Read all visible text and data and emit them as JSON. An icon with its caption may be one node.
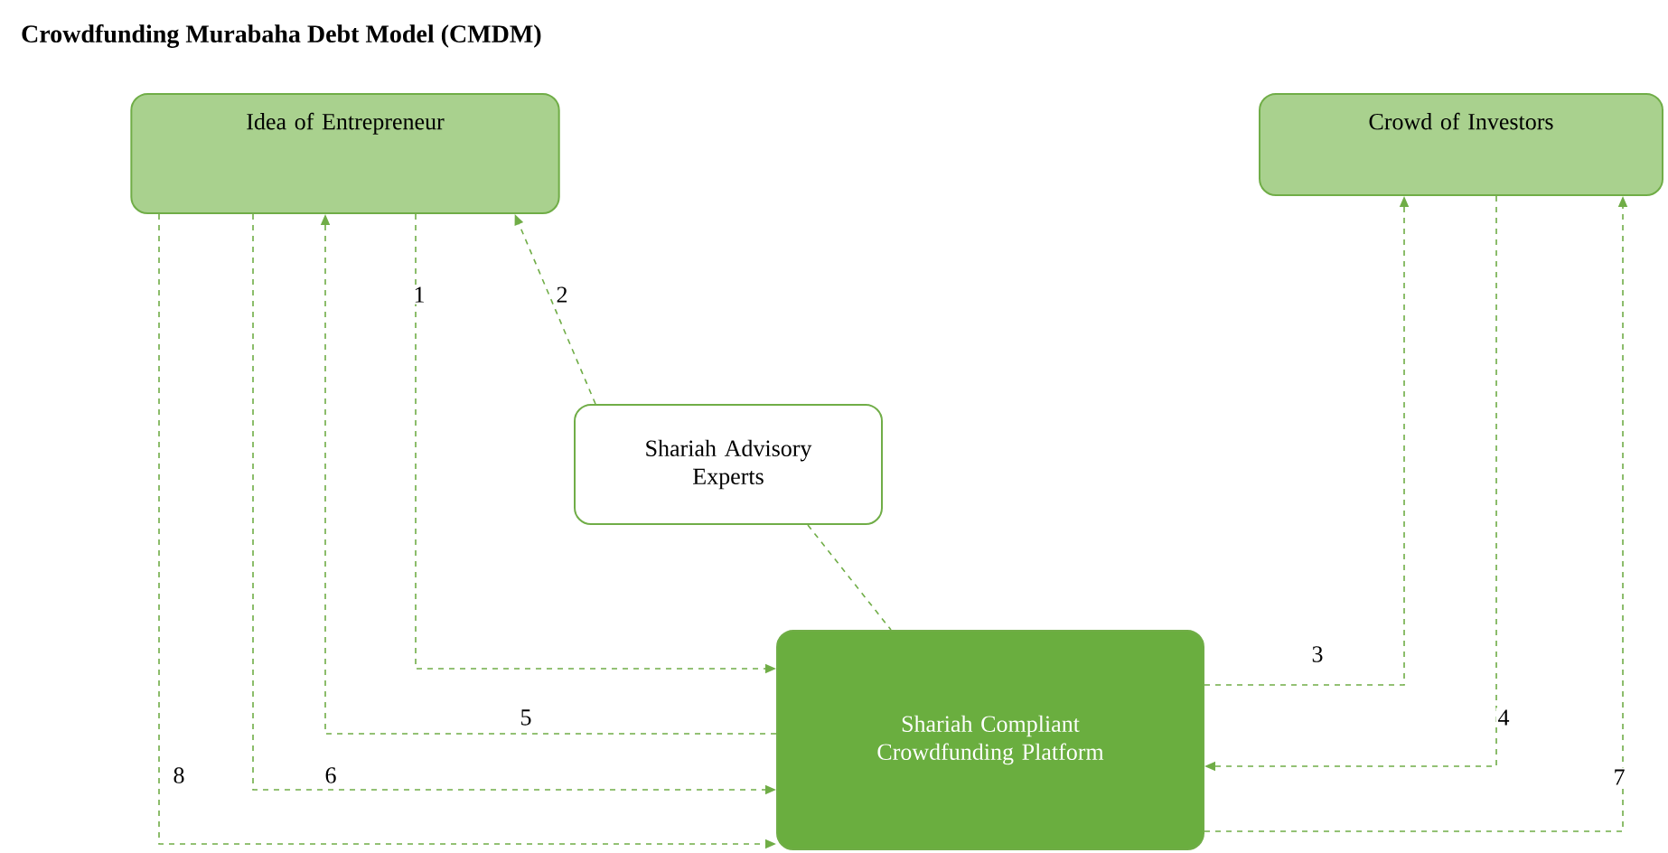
{
  "diagram": {
    "title": "Crowdfunding Murabaha Debt Model (CMDM)",
    "nodes": [
      {
        "text": [
          "Idea of Entrepreneur"
        ]
      },
      {
        "text": [
          "Crowd of Investors"
        ]
      },
      {
        "text": [
          "Shariah Advisory Experts"
        ]
      },
      {
        "text": [
          "Shariah Compliant Crowdfunding Platform"
        ]
      }
    ],
    "edges": [
      {
        "from": 0,
        "to": 3,
        "arrow": "to",
        "label": "1"
      },
      {
        "from": 2,
        "to": 0,
        "arrow": "to",
        "label": "2"
      },
      {
        "from": 3,
        "to": 1,
        "arrow": "to",
        "label": "3"
      },
      {
        "from": 1,
        "to": 3,
        "arrow": "to",
        "label": "4"
      },
      {
        "from": 3,
        "to": 0,
        "arrow": "to",
        "label": "5"
      },
      {
        "from": 0,
        "to": 3,
        "arrow": "to",
        "label": "6"
      },
      {
        "from": 3,
        "to": 1,
        "arrow": "to",
        "label": "7"
      },
      {
        "from": 0,
        "to": 3,
        "arrow": "to",
        "label": "8"
      },
      {
        "from": 2,
        "to": 3,
        "arrow": "none"
      }
    ]
  }
}
